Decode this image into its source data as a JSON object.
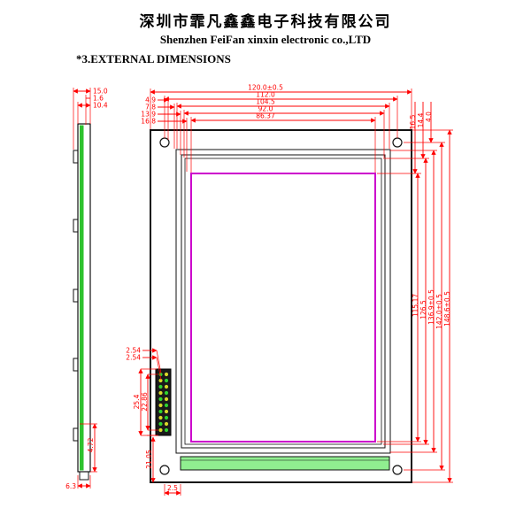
{
  "header": {
    "company_cn": "深圳市霏凡鑫鑫电子科技有限公司",
    "company_en": "Shenzhen FeiFan xinxin electronic co.,LTD",
    "section_title": "*3.EXTERNAL DIMENSIONS"
  },
  "colors": {
    "dimension_red": "#ff0000",
    "outline_black": "#111111",
    "viewing_area_magenta": "#cc00cc",
    "backlight_green": "#90ee90",
    "side_green": "#2ec22e",
    "pin_green": "#2fd32f",
    "pin_yellow": "#d9d92a"
  },
  "dims": {
    "top_width": [
      "120.0±0.5",
      "112.0",
      "104.5",
      "92.0",
      "86.37"
    ],
    "top_left_offsets": [
      "4.9",
      "7.8",
      "13.9",
      "16.8"
    ],
    "side_thickness": [
      "15.0",
      "1.6",
      "10.4"
    ],
    "top_right_vertical": [
      "16.5",
      "14.4",
      "4.0"
    ],
    "right_heights": [
      "115.17",
      "126.5",
      "136.9±0.5",
      "142.0±0.5",
      "148.6±0.5"
    ],
    "pin_pitch": [
      "2.54",
      "2.54"
    ],
    "connector_heights": [
      "22.86",
      "25.4"
    ],
    "bottom_left": [
      "4.72",
      "6.3"
    ],
    "bottom": [
      "21.05",
      "2.5"
    ]
  }
}
